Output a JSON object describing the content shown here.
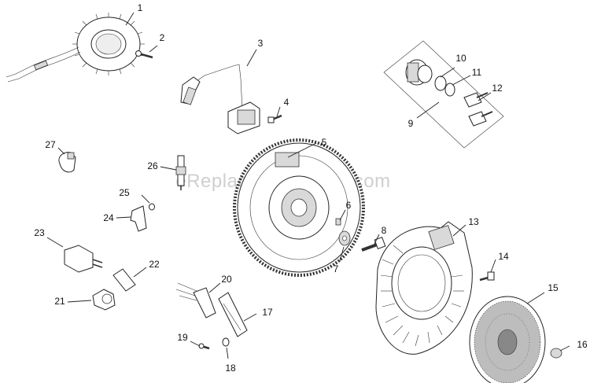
{
  "watermark": "eReplacementParts.com",
  "callouts": [
    "1",
    "2",
    "3",
    "4",
    "5",
    "6",
    "7",
    "8",
    "9",
    "10",
    "11",
    "12",
    "13",
    "14",
    "15",
    "16",
    "17",
    "18",
    "19",
    "20",
    "21",
    "22",
    "23",
    "24",
    "25",
    "26",
    "27"
  ]
}
